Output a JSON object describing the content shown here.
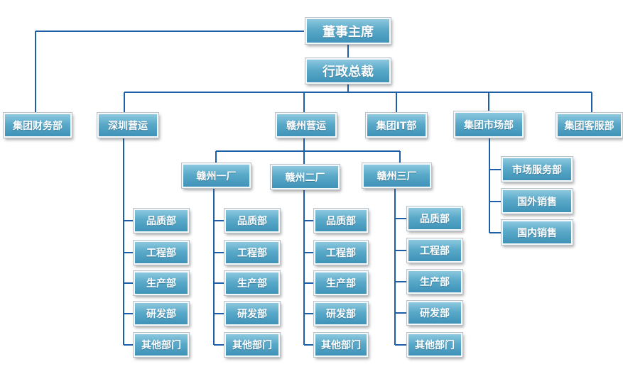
{
  "chairman": "董事主席",
  "president": "行政总裁",
  "level2": {
    "finance": "集团财务部",
    "shenzhen": "深圳营运",
    "ganzhou": "赣州营运",
    "it": "集团IT部",
    "marketing": "集团市场部",
    "service": "集团客服部"
  },
  "factories": [
    "赣州一厂",
    "赣州二厂",
    "赣州三厂"
  ],
  "departments": [
    "品质部",
    "工程部",
    "生产部",
    "研发部",
    "其他部门"
  ],
  "marketing_units": [
    "市场服务部",
    "国外销售",
    "国内销售"
  ]
}
